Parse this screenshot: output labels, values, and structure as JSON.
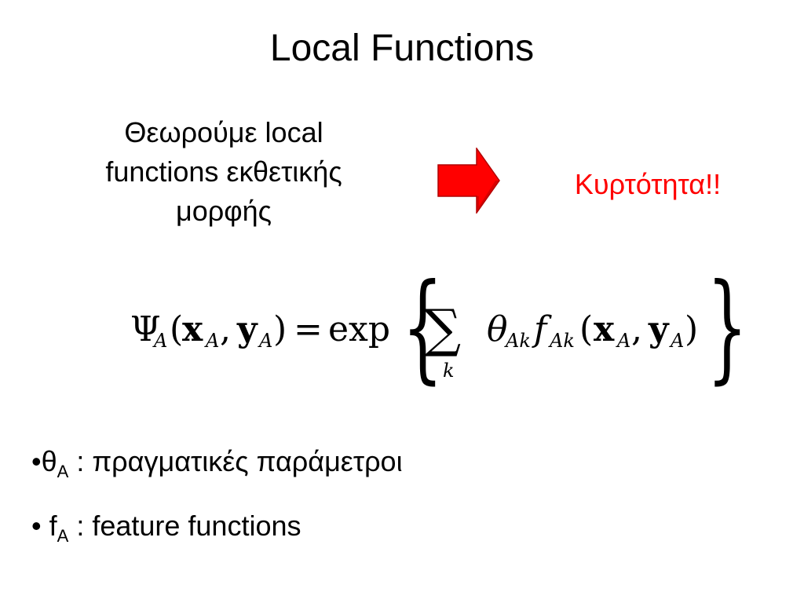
{
  "slide": {
    "title": "Local Functions",
    "intro_lines": [
      "Θεωρούμε local",
      "functions εκθετικής",
      "μορφής"
    ],
    "arrow_icon": "arrow-right-icon",
    "arrow_color": "#ff0000",
    "highlight_text": "Κυρτότητα!!",
    "highlight_color": "#ff0000",
    "formula": {
      "psi": "Ψ",
      "sub_A": "A",
      "open_paren": "(",
      "x": "x",
      "comma": ",",
      "y": "y",
      "close_paren": ")",
      "equals": "=",
      "exp": "exp",
      "left_brace": "{",
      "sum": "∑",
      "sum_index": "k",
      "theta": "θ",
      "sub_Ak": "Ak",
      "f": "f",
      "right_brace": "}"
    },
    "bullets": [
      {
        "marker": "•",
        "symbol": "θ",
        "subscript": "A",
        "text": " : πραγματικές παράμετροι"
      },
      {
        "marker": "• ",
        "symbol": "f",
        "subscript": "A",
        "text": " : feature functions"
      }
    ]
  }
}
